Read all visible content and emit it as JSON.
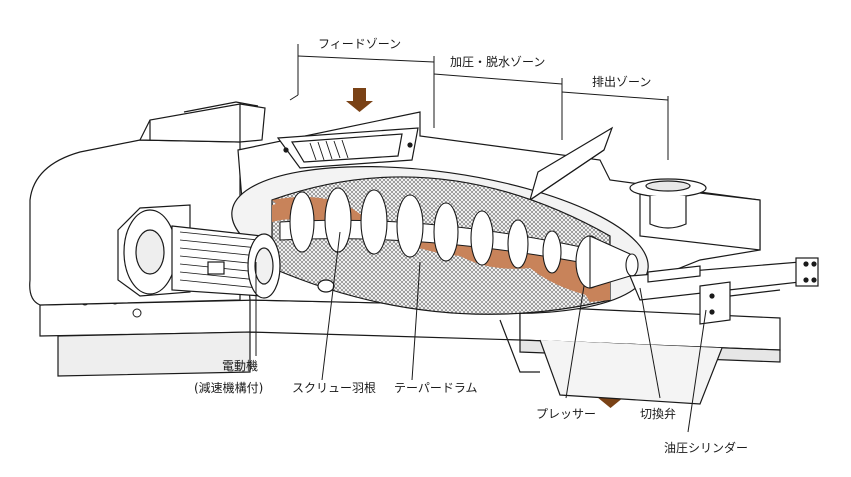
{
  "zones": {
    "feed": "フィードゾーン",
    "press_dewater": "加圧・脱水ゾーン",
    "discharge": "排出ゾーン"
  },
  "parts": {
    "motor_line1": "電動機",
    "motor_line2": "(減速機構付)",
    "screw_blade": "スクリュー羽根",
    "tapered_drum": "テーパードラム",
    "presser": "プレッサー",
    "switch_valve": "切換弁",
    "hydraulic_cylinder": "油圧シリンダー"
  },
  "colors": {
    "outline": "#1a1a1a",
    "machine_fill": "#ffffff",
    "shadow": "#d9d9d9",
    "mesh": "#9a9a9a",
    "sludge": "#c8835a",
    "arrow": "#7a4216"
  }
}
